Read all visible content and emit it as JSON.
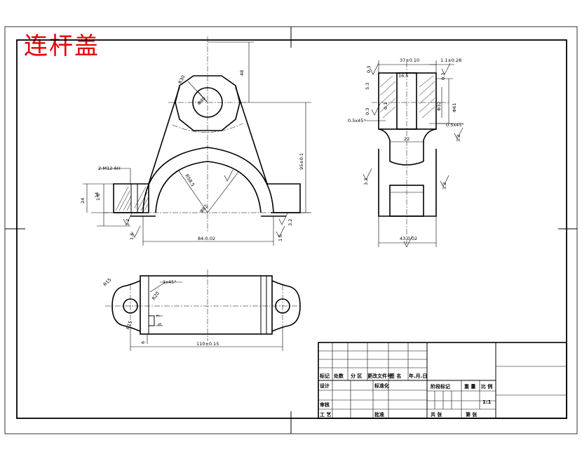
{
  "title": "连杆盖",
  "front_view": {
    "dims": [
      "R30",
      "Φ40",
      "48",
      "R58.5",
      "95±0.1",
      "14",
      "2-M12-6H",
      "1.6",
      "Φ82",
      "84-0.02",
      "3.2",
      "1.6",
      "3.2",
      "24",
      "1.6"
    ]
  },
  "side_view": {
    "dims": [
      "37±0.10",
      "1.1±0.28",
      "16.5",
      "0.3",
      "5.3",
      "0.3",
      "0.1",
      "Φ32",
      "Φ61",
      "0.3",
      "0.5x45°",
      "0.5x45°",
      "3.2",
      "3.2",
      "3.2",
      "22",
      "43-0.02"
    ]
  },
  "top_view": {
    "dims": [
      "R15",
      "1x45°",
      "R20",
      "R15",
      "5",
      "7",
      "6",
      "110±0.15"
    ]
  },
  "title_block": {
    "row_labels": [
      "标记",
      "处数",
      "分 区",
      "更改文件号",
      "签 名",
      "年.月.日"
    ],
    "design": "设计",
    "standardize": "标准化",
    "review": "审核",
    "process": "工 艺",
    "approve": "批准",
    "stage_mark": "阶段标记",
    "weight": "重 量",
    "scale_label": "比 例",
    "scale_value": "1:1",
    "sheets_total": "共   张",
    "sheet_no": "第   张"
  }
}
